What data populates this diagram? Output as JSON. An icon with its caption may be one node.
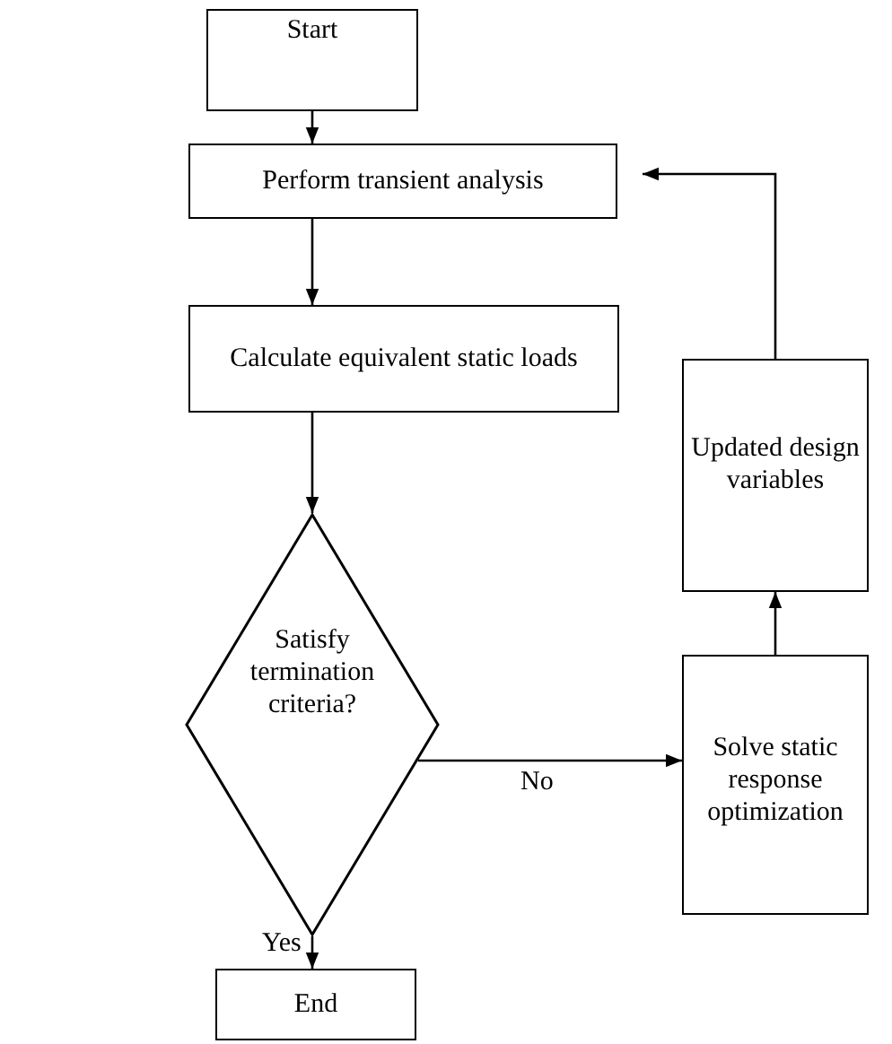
{
  "diagram": {
    "nodes": [
      {
        "text": [
          "Start"
        ]
      },
      {
        "text": [
          "Perform transient analysis"
        ]
      },
      {
        "text": [
          "Calculate equivalent static loads"
        ]
      },
      {
        "text": [
          "Satisfy termination criteria?"
        ]
      },
      {
        "text": [
          "Solve static response optimization"
        ]
      },
      {
        "text": [
          "Updated design variables"
        ]
      },
      {
        "text": [
          "End"
        ]
      }
    ],
    "edges": [
      {
        "from": 0,
        "to": 1,
        "arrow": "to"
      },
      {
        "from": 1,
        "to": 2,
        "arrow": "to"
      },
      {
        "from": 2,
        "to": 3,
        "arrow": "to"
      },
      {
        "from": 3,
        "to": 4,
        "arrow": "to",
        "label": "No"
      },
      {
        "from": 4,
        "to": 5,
        "arrow": "to"
      },
      {
        "from": 5,
        "to": 1,
        "arrow": "to"
      },
      {
        "from": 3,
        "to": 6,
        "arrow": "to",
        "label": "Yes"
      }
    ]
  }
}
